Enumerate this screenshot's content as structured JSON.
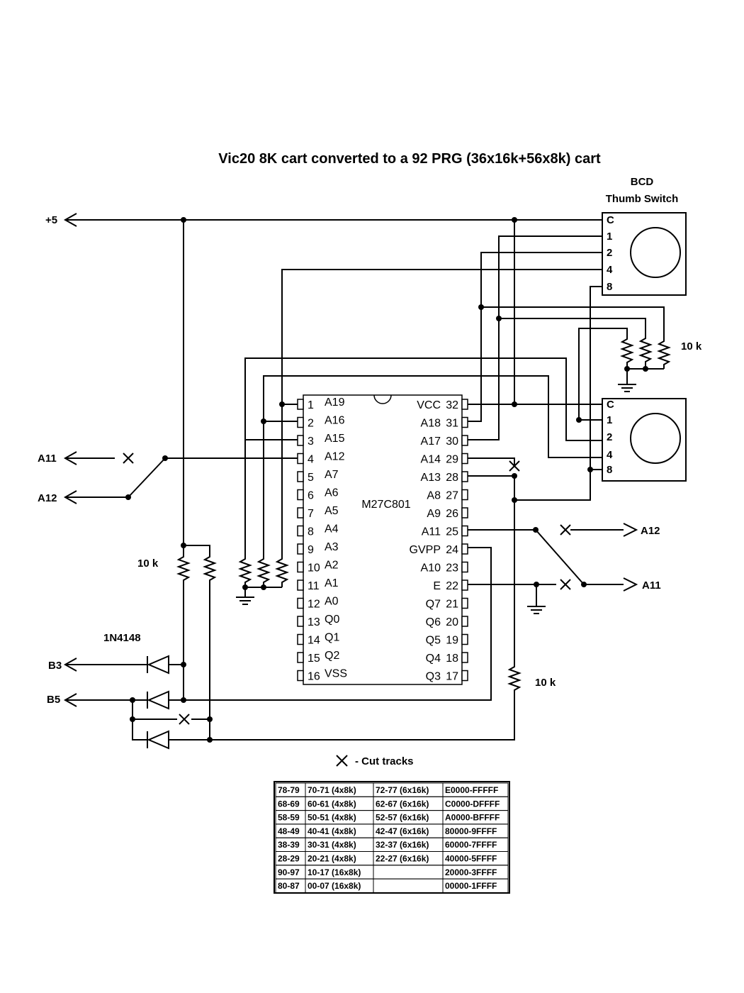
{
  "title": "Vic20 8K cart converted to a  92 PRG (36x16k+56x8k) cart",
  "labels": {
    "plus5": "+5",
    "bcd_line1": "BCD",
    "bcd_line2": "Thumb Switch",
    "r_pack": "10 k",
    "r_left": "10 k",
    "r_right": "10 k",
    "diode": "1N4148",
    "a11_left": "A11",
    "a12_left": "A12",
    "a12_right": "A12",
    "a11_right": "A11",
    "b3": "B3",
    "b5": "B5",
    "cut_legend": "- Cut tracks"
  },
  "chip": {
    "name": "M27C801",
    "left_pins": [
      {
        "num": "1",
        "sig": "A19"
      },
      {
        "num": "2",
        "sig": "A16"
      },
      {
        "num": "3",
        "sig": "A15"
      },
      {
        "num": "4",
        "sig": "A12"
      },
      {
        "num": "5",
        "sig": "A7"
      },
      {
        "num": "6",
        "sig": "A6"
      },
      {
        "num": "7",
        "sig": "A5"
      },
      {
        "num": "8",
        "sig": "A4"
      },
      {
        "num": "9",
        "sig": "A3"
      },
      {
        "num": "10",
        "sig": "A2"
      },
      {
        "num": "11",
        "sig": "A1"
      },
      {
        "num": "12",
        "sig": "A0"
      },
      {
        "num": "13",
        "sig": "Q0"
      },
      {
        "num": "14",
        "sig": "Q1"
      },
      {
        "num": "15",
        "sig": "Q2"
      },
      {
        "num": "16",
        "sig": "VSS"
      }
    ],
    "right_pins": [
      {
        "num": "32",
        "sig": "VCC"
      },
      {
        "num": "31",
        "sig": "A18"
      },
      {
        "num": "30",
        "sig": "A17"
      },
      {
        "num": "29",
        "sig": "A14"
      },
      {
        "num": "28",
        "sig": "A13"
      },
      {
        "num": "27",
        "sig": "A8"
      },
      {
        "num": "26",
        "sig": "A9"
      },
      {
        "num": "25",
        "sig": "A11"
      },
      {
        "num": "24",
        "sig": "GVPP"
      },
      {
        "num": "23",
        "sig": "A10"
      },
      {
        "num": "22",
        "sig": "E"
      },
      {
        "num": "21",
        "sig": "Q7"
      },
      {
        "num": "20",
        "sig": "Q6"
      },
      {
        "num": "19",
        "sig": "Q5"
      },
      {
        "num": "18",
        "sig": "Q4"
      },
      {
        "num": "17",
        "sig": "Q3"
      }
    ]
  },
  "switch_pins": [
    "C",
    "1",
    "2",
    "4",
    "8"
  ],
  "table": [
    [
      "78-79",
      "70-71 (4x8k)",
      "72-77 (6x16k)",
      "E0000-FFFFF"
    ],
    [
      "68-69",
      "60-61 (4x8k)",
      "62-67 (6x16k)",
      "C0000-DFFFF"
    ],
    [
      "58-59",
      "50-51 (4x8k)",
      "52-57 (6x16k)",
      "A0000-BFFFF"
    ],
    [
      "48-49",
      "40-41 (4x8k)",
      "42-47 (6x16k)",
      "80000-9FFFF"
    ],
    [
      "38-39",
      "30-31 (4x8k)",
      "32-37 (6x16k)",
      "60000-7FFFF"
    ],
    [
      "28-29",
      "20-21 (4x8k)",
      "22-27 (6x16k)",
      "40000-5FFFF"
    ],
    [
      "90-97",
      "10-17 (16x8k)",
      "",
      "20000-3FFFF"
    ],
    [
      "80-87",
      "00-07 (16x8k)",
      "",
      "00000-1FFFF"
    ]
  ]
}
